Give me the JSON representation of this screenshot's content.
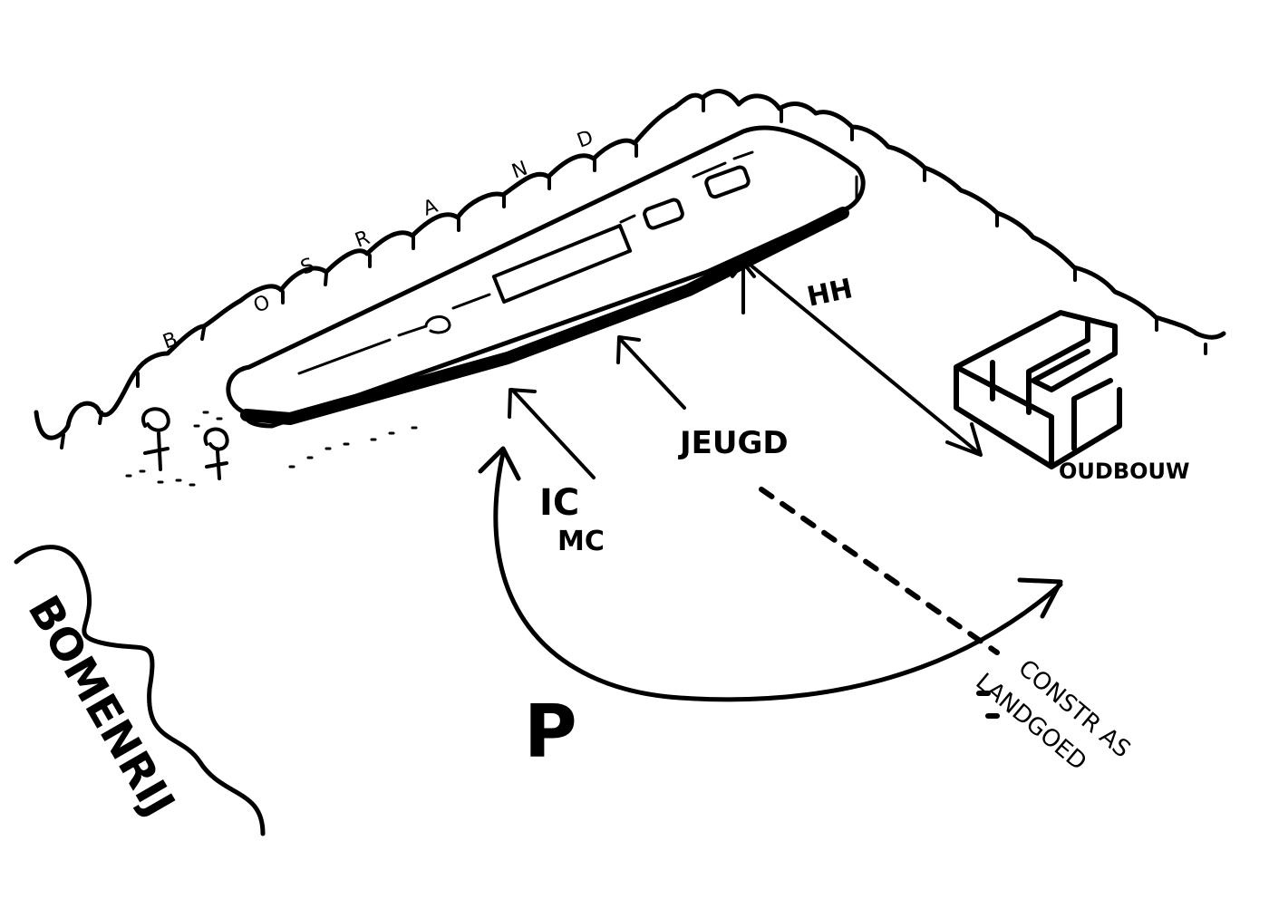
{
  "sketch": {
    "forest_edge_letters": [
      "B",
      "O",
      "S",
      "R",
      "A",
      "N",
      "D"
    ],
    "labels": {
      "hh": "HH",
      "oudbouw": "OUDBOUW",
      "jeugd": "JEUGD",
      "ic": "IC",
      "mc": "MC",
      "parking": "P",
      "trees_row": "BOMENRIJ",
      "constr_line1": "CONSTR AS",
      "constr_line2": "LANDGOED"
    }
  },
  "colors": {
    "ink": "#000000",
    "paper": "#ffffff"
  }
}
